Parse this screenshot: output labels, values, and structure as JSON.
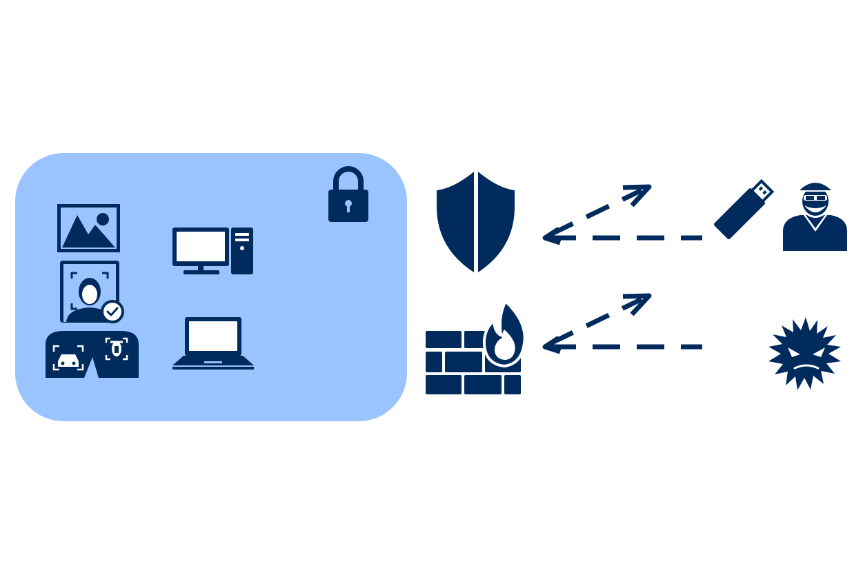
{
  "colors": {
    "navy": "#002b5c",
    "panel": "#99c4ff",
    "background": "#ffffff"
  },
  "secure_zone": {
    "icons": [
      "lock-icon",
      "image-icon",
      "face-verification-icon",
      "vehicle-recognition-icon",
      "desktop-computer-icon",
      "laptop-icon"
    ]
  },
  "defenses": [
    "shield-icon",
    "firewall-icon"
  ],
  "threats": [
    "usb-drive-icon",
    "hacker-icon",
    "virus-icon"
  ],
  "connections": [
    {
      "from": "shield",
      "to": "usb-drive",
      "style": "dashed-double"
    },
    {
      "from": "firewall",
      "to": "virus",
      "style": "dashed-double"
    }
  ]
}
